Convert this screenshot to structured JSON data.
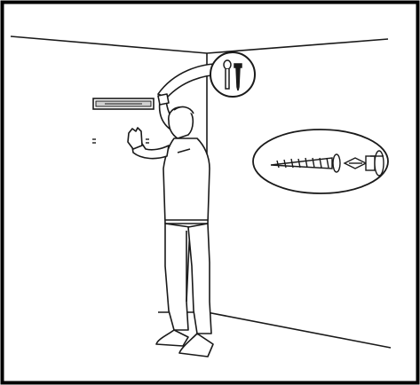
{
  "figure": {
    "type": "installation-illustration",
    "icons": [
      "wall-corner",
      "mounting-rail",
      "person-icon",
      "screw-icon",
      "wall-anchor-icon",
      "screwdriver-icon",
      "magnifier-callout"
    ],
    "colors": {
      "background": "#ffffff",
      "line": "#1a1a1a",
      "highlight": "#cfcfcf",
      "border": "#000000"
    }
  }
}
